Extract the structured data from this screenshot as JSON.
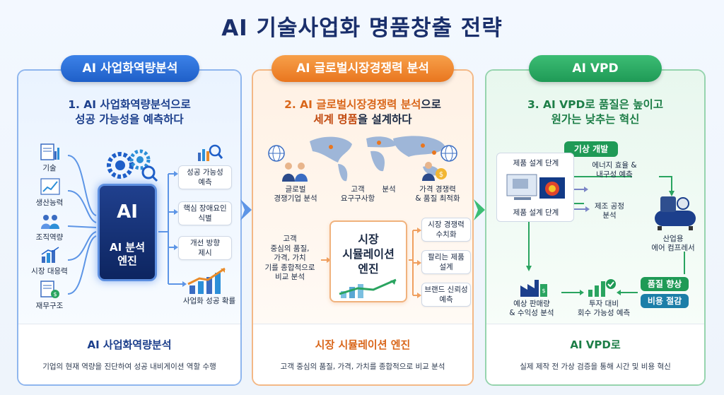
{
  "title": "AI 기술사업화 명품창출 전략",
  "colors": {
    "blue": "#1f5fc8",
    "orange": "#e9761f",
    "green": "#1f9a56"
  },
  "panel1": {
    "pill": "AI 사업화역량분석",
    "heading_l1": "1. AI 사업화역량분석으로",
    "heading_l2": "성공 가능성을 예측하다",
    "inputs": [
      "기술",
      "생산능력",
      "조직역량",
      "시장 대응력",
      "재무구조"
    ],
    "engine_ai": "AI",
    "engine_l1": "AI 분석",
    "engine_l2": "엔진",
    "outputs": [
      {
        "l1": "성공 가능성",
        "l2": "예측"
      },
      {
        "l1": "핵심 장애요인",
        "l2": "식별"
      },
      {
        "l1": "개선 방향",
        "l2": "제시"
      }
    ],
    "output_chart_label": "사업화 성공 확률",
    "footer_title": "AI 사업화역량분석",
    "footer_desc": "기업의 현재 역량을 진단하여 성공 내비게이션 역할 수행"
  },
  "panel2": {
    "pill": "AI 글로벌시장경쟁력 분석",
    "heading_l1_a": "2. AI 글로벌시장경쟁력 분석",
    "heading_l1_b": "으로",
    "heading_l2_a": "세계 명품",
    "heading_l2_b": "을 설계하다",
    "top_labels": [
      {
        "l1": "글로벌",
        "l2": "경쟁기업 분석"
      },
      {
        "l1": "고객",
        "l2": "요구구사항"
      },
      {
        "l1": "",
        "l2": "분석"
      },
      {
        "l1": "가격 경쟁력",
        "l2": "& 품질 최적화"
      }
    ],
    "left_desc": [
      "고객",
      "중심의 품질,",
      "가격, 가치",
      "기를 종합적으로",
      "비교 분석"
    ],
    "engine_l1": "시장",
    "engine_l2": "시뮬레이션",
    "engine_l3": "엔진",
    "outputs": [
      {
        "l1": "시장 경쟁력",
        "l2": "수치화"
      },
      {
        "l1": "팔리는 제품",
        "l2": "설계"
      },
      {
        "l1": "브랜드 신뢰성",
        "l2": "예측"
      }
    ],
    "footer_title": "시장 시뮬레이션 엔진",
    "footer_desc": "고객 중심의 품질, 가격, 가치를 종합적으로 비교 분석"
  },
  "panel3": {
    "pill": "AI VPD",
    "heading_l1": "3. AI VPD로 품질은 높이고",
    "heading_l2": "원가는 낮추는 혁신",
    "virtual_dev": "기상 개발",
    "design_top": "제품 설계 단계",
    "design_bottom": "제품 설계 단계",
    "energy_l1": "에너지 효율 &",
    "energy_l2": "내구성 예측",
    "process_l1": "제조 공정",
    "process_l2": "분석",
    "compressor_l1": "산업용",
    "compressor_l2": "에어 컴프레서",
    "quality_up": "품질 향상",
    "cost_down": "비용 절감",
    "sales_l1": "예상 판매량",
    "sales_l2": "& 수익성 분석",
    "roi_l1": "투자 대비",
    "roi_l2": "회수 가능성 예측",
    "footer_title": "AI VPD로",
    "footer_desc": "실제 제작 전 가상 검증을 통해 시간 및 비용 혁신"
  }
}
